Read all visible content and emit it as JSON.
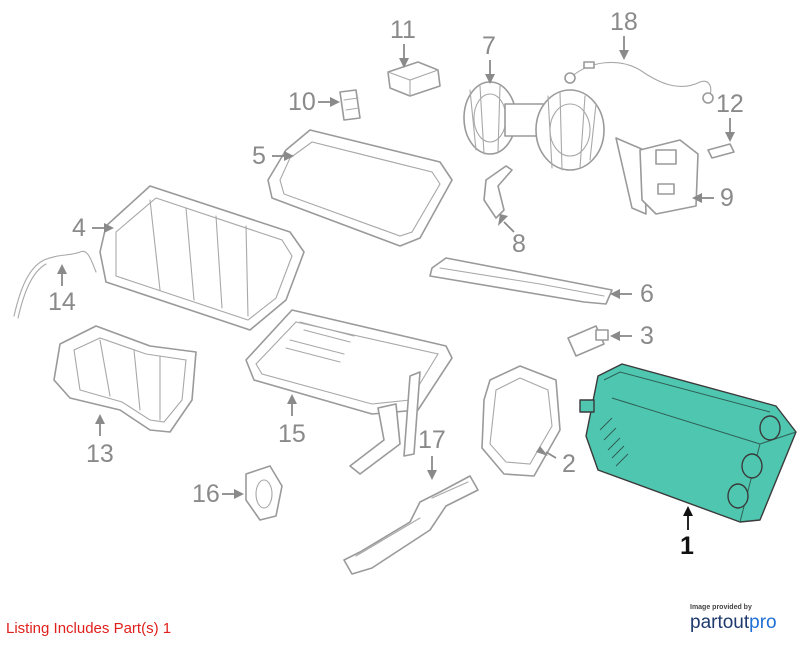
{
  "callouts": {
    "c1": "1",
    "c2": "2",
    "c3": "3",
    "c4": "4",
    "c5": "5",
    "c6": "6",
    "c7": "7",
    "c8": "8",
    "c9": "9",
    "c10": "10",
    "c11": "11",
    "c12": "12",
    "c13": "13",
    "c14": "14",
    "c15": "15",
    "c16": "16",
    "c17": "17",
    "c18": "18"
  },
  "listing": {
    "text": "Listing Includes Part(s) 1"
  },
  "credit": {
    "small": "Image provided by",
    "brand_main": "partout",
    "brand_accent": "pro"
  },
  "colors": {
    "highlight": "#4fc7b0",
    "listing_text": "#e0201c",
    "callout": "#8a8a8a"
  }
}
